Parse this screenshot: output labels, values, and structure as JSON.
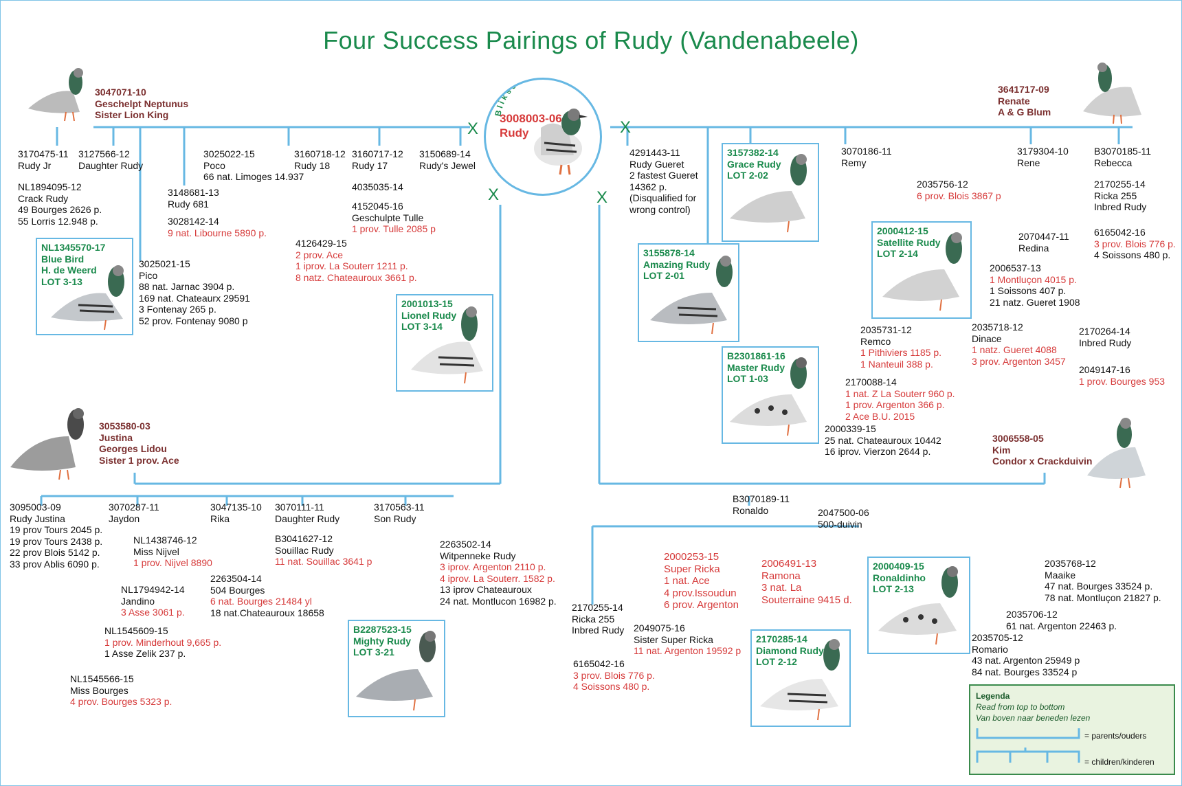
{
  "title": "Four Success Pairings of Rudy (Vandenabeele)",
  "center": {
    "arc_text": "Bliksem x Kaatje",
    "ring": "3008003-06",
    "name": "Rudy"
  },
  "cross_mark": "X",
  "parents": {
    "neptunus": [
      "3047071-10",
      "Geschelpt Neptunus",
      "Sister Lion King"
    ],
    "renate": [
      "3641717-09",
      "Renate",
      "A & G Blum"
    ],
    "justina": [
      "3053580-03",
      "Justina",
      "Georges Lidou",
      "Sister 1 prov. Ace"
    ],
    "kim": [
      "3006558-05",
      "Kim",
      "Condor x Crackduivin"
    ]
  },
  "boxes": {
    "bluebird": [
      "NL1345570-17",
      "Blue Bird",
      "H. de Weerd",
      "LOT 3-13"
    ],
    "lionel": [
      "2001013-15",
      "Lionel Rudy",
      "LOT 3-14"
    ],
    "grace": [
      "3157382-14",
      "Grace Rudy",
      "LOT 2-02"
    ],
    "amazing": [
      "3155878-14",
      "Amazing Rudy",
      "LOT 2-01"
    ],
    "master": [
      "B2301861-16",
      "Master Rudy",
      "LOT 1-03"
    ],
    "satellite": [
      "2000412-15",
      "Satellite Rudy",
      "LOT 2-14"
    ],
    "mighty": [
      "B2287523-15",
      "Mighty Rudy",
      "LOT 3-21"
    ],
    "ronaldinho": [
      "2000409-15",
      "Ronaldinho",
      "LOT 2-13"
    ],
    "diamond": [
      "2170285-14",
      "Diamond Rudy",
      "LOT 2-12"
    ]
  },
  "q1": {
    "rudy_jr": [
      "3170475-11",
      "Rudy Jr"
    ],
    "crack_rudy": [
      "NL1894095-12",
      "Crack Rudy",
      "49 Bourges 2626 p.",
      "55 Lorris 12.948 p."
    ],
    "daughter_rudy": [
      "3127566-12",
      "Daughter Rudy"
    ],
    "pico": [
      "3025021-15",
      "Pico",
      "88 nat. Jarnac 3904 p.",
      "169 nat. Chateaurx 29591",
      "3 Fontenay 265 p.",
      "52 prov. Fontenay 9080 p"
    ],
    "rudy681": [
      "3148681-13",
      "Rudy 681"
    ],
    "libourne": [
      "3028142-14"
    ],
    "libourne_red": "9 nat. Libourne 5890 p.",
    "poco": [
      "3025022-15",
      "Poco",
      "66 nat. Limoges 14.937"
    ],
    "rudy18": [
      "3160718-12",
      "Rudy 18"
    ],
    "ace4126": [
      "4126429-15"
    ],
    "ace4126_red": [
      "2 prov. Ace",
      "1 iprov. La Souterr 1211 p.",
      "8 natz. Chateauroux 3661 p."
    ],
    "rudy17": [
      "3160717-12",
      "Rudy 17"
    ],
    "r4035": [
      "4035035-14"
    ],
    "tulle": [
      "4152045-16",
      "Geschulpte Tulle"
    ],
    "tulle_red": "1 prov. Tulle 2085 p",
    "jewel": [
      "3150689-14",
      "Rudy's Jewel"
    ]
  },
  "q2": {
    "gueret": [
      "4291443-11",
      "Rudy Gueret",
      "2 fastest Gueret",
      "14362 p.",
      "(Disqualified for",
      "wrong control)"
    ],
    "remy": [
      "3070186-11",
      "Remy"
    ],
    "remco": [
      "2035731-12",
      "Remco"
    ],
    "remco_red": [
      "1 Pithiviers 1185 p.",
      "1 Nanteuil 388 p."
    ],
    "r2170088": [
      "2170088-14"
    ],
    "r2170088_red": [
      "1 nat. Z La Souterr 960 p.",
      "1 prov. Argenton 366 p.",
      "2 Ace B.U. 2015"
    ],
    "r2000339": [
      "2000339-15",
      "25 nat. Chateauroux 10442",
      "16 iprov. Vierzon 2644 p."
    ],
    "rene": [
      "3179304-10",
      "Rene"
    ],
    "blois": [
      "2035756-12"
    ],
    "blois_red": "6 prov. Blois 3867 p",
    "redina": [
      "2070447-11",
      "Redina"
    ],
    "r2006537": [
      "2006537-13"
    ],
    "r2006537_red": "1 Montluçon 4015 p.",
    "r2006537_rest": [
      "1 Soissons 407 p.",
      "21 natz. Gueret 1908"
    ],
    "dinace": [
      "2035718-12",
      "Dinace"
    ],
    "dinace_red": [
      "1 natz. Gueret 4088",
      "3 prov. Argenton 3457"
    ],
    "rebecca": [
      "B3070185-11",
      "Rebecca"
    ],
    "ricka255": [
      "2170255-14",
      "Ricka 255",
      "Inbred Rudy"
    ],
    "r6165042": [
      "6165042-16"
    ],
    "r6165042_red": "3 prov. Blois 776 p.",
    "r6165042_rest": "4 Soissons 480 p.",
    "inbred264": [
      "2170264-14",
      "Inbred Rudy"
    ],
    "r2049147": [
      "2049147-16"
    ],
    "r2049147_red": "1 prov. Bourges 953"
  },
  "q3": {
    "rudy_justina": [
      "3095003-09",
      "Rudy Justina",
      "19 prov Tours 2045 p.",
      "19 prov Tours 2438 p.",
      "22 prov Blois 5142 p.",
      "33 prov Ablis 6090 p."
    ],
    "jaydon": [
      "3070287-11",
      "Jaydon"
    ],
    "miss_nijvel": [
      "NL1438746-12",
      "Miss Nijvel"
    ],
    "miss_nijvel_red": "1 prov. Nijvel 8890",
    "jandino": [
      "NL1794942-14",
      "Jandino"
    ],
    "jandino_red": "3 Asse 3061 p.",
    "nl1545609": [
      "NL1545609-15"
    ],
    "nl1545609_red": "1 prov. Minderhout 9,665 p.",
    "nl1545609_rest": "1 Asse Zelik 237 p.",
    "miss_bourges": [
      "NL1545566-15",
      "Miss Bourges"
    ],
    "miss_bourges_red": "4 prov. Bourges 5323 p.",
    "rika": [
      "3047135-10",
      "Rika"
    ],
    "r2263504": [
      "2263504-14",
      "504 Bourges"
    ],
    "r2263504_red": "6 nat. Bourges 21484 yl",
    "r2263504_rest": "18 nat.Chateauroux 18658",
    "daughter_rudy": [
      "3070111-11",
      "Daughter Rudy"
    ],
    "souillac": [
      "B3041627-12",
      "Souillac Rudy"
    ],
    "souillac_red": "11 nat. Souillac 3641 p",
    "son_rudy": [
      "3170563-11",
      "Son Rudy"
    ],
    "witpenneke": [
      "2263502-14",
      "Witpenneke Rudy"
    ],
    "witpenneke_red": [
      "3 iprov. Argenton 2110 p.",
      "4 iprov. La Souterr. 1582 p."
    ],
    "witpenneke_rest": [
      "13 iprov Chateauroux",
      "24 nat. Montlucon 16982 p."
    ]
  },
  "q4": {
    "ronaldo": [
      "B3070189-11",
      "Ronaldo"
    ],
    "duivin": [
      "2047500-06",
      "500-duivin"
    ],
    "ricka": [
      "2170255-14",
      "Ricka 255",
      "Inbred Rudy"
    ],
    "ricka_child": [
      "6165042-16"
    ],
    "ricka_child_red": [
      "3 prov. Blois 776 p.",
      "4 Soissons 480 p."
    ],
    "super_ricka": [
      "2000253-15",
      "Super Ricka",
      "1 nat. Ace",
      "4 prov.Issoudun",
      "6 prov. Argenton"
    ],
    "sister_super": [
      "2049075-16",
      "Sister Super Ricka"
    ],
    "sister_super_red": "11 nat. Argenton 19592 p",
    "ramona": [
      "2006491-13",
      "Ramona",
      "3 nat. La",
      "Souterraine 9415 d."
    ],
    "romario": [
      "2035705-12",
      "Romario",
      "43 nat. Argenton 25949 p",
      "84 nat. Bourges 33524 p"
    ],
    "r2035706": [
      "2035706-12",
      "61 nat. Argenton 22463 p."
    ],
    "maaike": [
      "2035768-12",
      "Maaike",
      "47 nat. Bourges 33524 p.",
      "78 nat. Montluçon 21827 p."
    ]
  },
  "legend": {
    "title": "Legenda",
    "line1": "Read from top to bottom",
    "line2": "Van boven naar beneden lezen",
    "parents": "= parents/ouders",
    "children": "= children/kinderen"
  },
  "colors": {
    "title_green": "#1a8a4c",
    "line_blue": "#67b8e3",
    "result_red": "#d63a3a",
    "parent_brown": "#7a2e2e"
  }
}
